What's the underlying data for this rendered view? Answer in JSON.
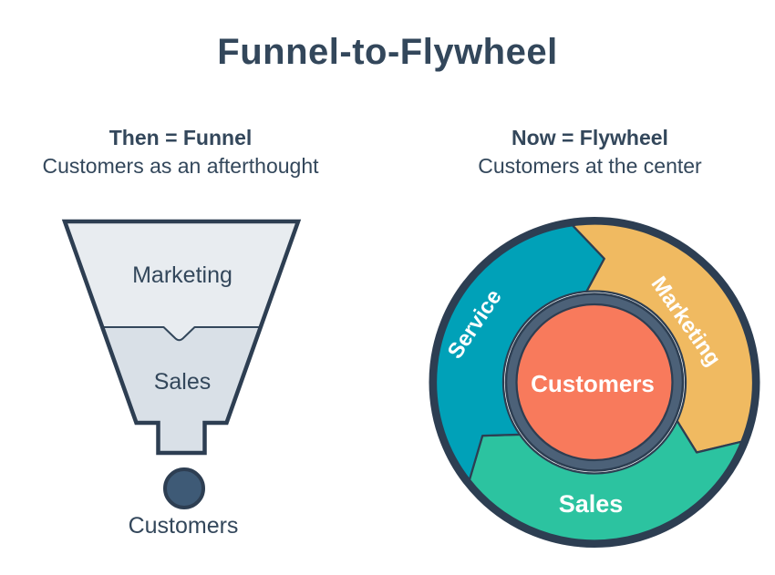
{
  "title": "Funnel-to-Flywheel",
  "funnel": {
    "heading": "Then = Funnel",
    "subheading": "Customers as an afterthought",
    "stages": [
      "Marketing",
      "Sales"
    ],
    "outcome_label": "Customers"
  },
  "flywheel": {
    "heading": "Now = Flywheel",
    "subheading": "Customers at the center",
    "segments": [
      "Service",
      "Marketing",
      "Sales"
    ],
    "center_label": "Customers"
  },
  "colors": {
    "text_navy": "#33475b",
    "outline_navy": "#2d3e52",
    "funnel_top_fill": "#e8ecf0",
    "funnel_bottom_fill": "#d9e0e7",
    "customer_dot_slate": "#3e5a76",
    "service_teal": "#00a1b8",
    "marketing_yellow": "#f0ba61",
    "sales_green": "#2cc3a0",
    "customers_orange": "#f87a5c",
    "hub_ring_slate": "#4c6178",
    "label_white": "#ffffff"
  }
}
